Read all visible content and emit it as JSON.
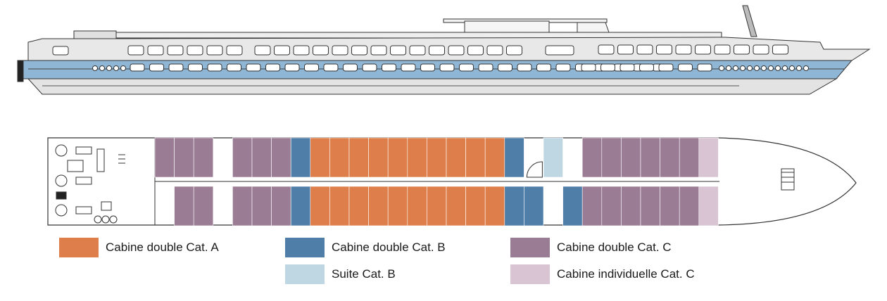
{
  "legend": [
    {
      "key": "double_a",
      "label": "Cabine double Cat. A",
      "color": "#de7f4b"
    },
    {
      "key": "double_b",
      "label": "Cabine double Cat. B",
      "color": "#4f7ea8"
    },
    {
      "key": "double_c",
      "label": "Cabine double Cat. C",
      "color": "#9b7c95"
    },
    {
      "key": "suite_b",
      "label": "Suite Cat. B",
      "color": "#bfd7e3"
    },
    {
      "key": "single_c",
      "label": "Cabine individuelle Cat. C",
      "color": "#d8c4d2"
    }
  ],
  "deck": {
    "top_row": [
      "double_c",
      "double_c",
      "double_c",
      null,
      "double_c",
      "double_c",
      "double_c",
      "double_b",
      "double_a",
      "double_a",
      "double_a",
      "double_a",
      "double_a",
      "double_a",
      "double_a",
      "double_a",
      "double_a",
      "double_a",
      "double_b",
      "stair",
      "suite_b",
      null,
      "double_c",
      "double_c",
      "double_c",
      "double_c",
      "double_c",
      "double_c",
      "single_c"
    ],
    "bottom_row": [
      null,
      "double_c",
      "double_c",
      null,
      "double_c",
      "double_c",
      "double_c",
      "double_b",
      "double_a",
      "double_a",
      "double_a",
      "double_a",
      "double_a",
      "double_a",
      "double_a",
      "double_a",
      "double_a",
      "double_a",
      "double_b",
      "double_b",
      null,
      "double_b",
      "double_c",
      "double_c",
      "double_c",
      "double_c",
      "double_c",
      "double_c",
      "single_c"
    ]
  },
  "colors": {
    "hull_blue": "#8fb6d4",
    "ship_gray": "#e4e4e4",
    "outline": "#333333"
  }
}
